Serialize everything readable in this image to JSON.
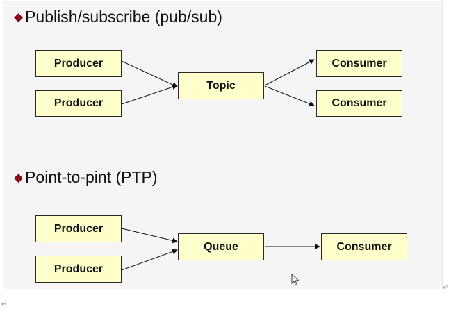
{
  "sections": [
    {
      "title": "Publish/subscribe (pub/sub)",
      "producers": [
        "Producer",
        "Producer"
      ],
      "channel": "Topic",
      "consumers": [
        "Consumer",
        "Consumer"
      ]
    },
    {
      "title": "Point-to-pint (PTP)",
      "producers": [
        "Producer",
        "Producer"
      ],
      "channel": "Queue",
      "consumers": [
        "Consumer"
      ]
    }
  ],
  "bullet_color": "#8b0a1a",
  "box_fill": "#ffffcc",
  "edit_mark": "↵"
}
